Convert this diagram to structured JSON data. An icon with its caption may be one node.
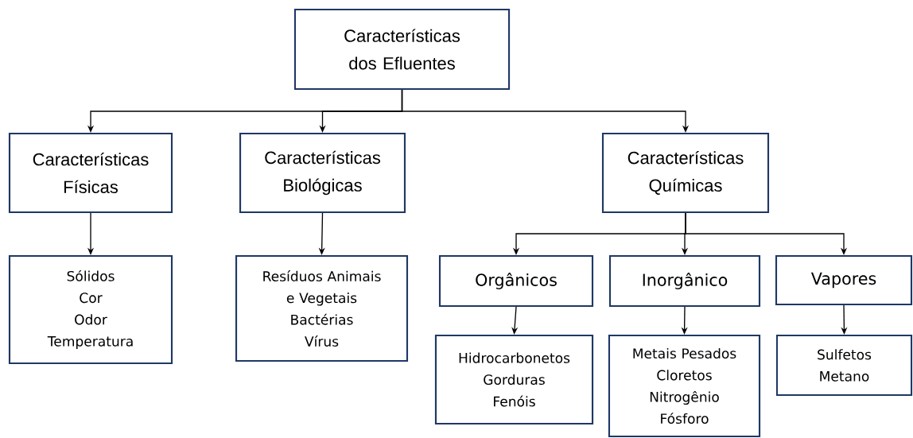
{
  "diagram": {
    "nodes": [
      {
        "text": [
          "Características dos Efluentes"
        ]
      },
      {
        "text": [
          "Características Físicas"
        ]
      },
      {
        "text": [
          "Características Biológicas"
        ]
      },
      {
        "text": [
          "Características Químicas"
        ]
      },
      {
        "text": [
          "Sólidos",
          "Cor",
          "Odor",
          "Temperatura"
        ]
      },
      {
        "text": [
          "Resíduos Animais e Vegetais",
          "Bactérias",
          "Vírus"
        ]
      },
      {
        "text": [
          "Orgânicos"
        ]
      },
      {
        "text": [
          "Inorgânico"
        ]
      },
      {
        "text": [
          "Vapores"
        ]
      },
      {
        "text": [
          "Hidrocarbonetos",
          "Gorduras",
          "Fenóis"
        ]
      },
      {
        "text": [
          "Metais Pesados",
          "Cloretos",
          "Nitrogênio",
          "Fósforo"
        ]
      },
      {
        "text": [
          "Sulfetos",
          "Metano"
        ]
      }
    ],
    "edges": [
      {
        "from": 0,
        "to": 1,
        "arrow": "to"
      },
      {
        "from": 0,
        "to": 2,
        "arrow": "to"
      },
      {
        "from": 0,
        "to": 3,
        "arrow": "to"
      },
      {
        "from": 1,
        "to": 4,
        "arrow": "to"
      },
      {
        "from": 2,
        "to": 5,
        "arrow": "to"
      },
      {
        "from": 3,
        "to": 6,
        "arrow": "to"
      },
      {
        "from": 3,
        "to": 7,
        "arrow": "to"
      },
      {
        "from": 3,
        "to": 8,
        "arrow": "to"
      },
      {
        "from": 6,
        "to": 9,
        "arrow": "to"
      },
      {
        "from": 7,
        "to": 10,
        "arrow": "to"
      },
      {
        "from": 8,
        "to": 11,
        "arrow": "to"
      }
    ]
  }
}
